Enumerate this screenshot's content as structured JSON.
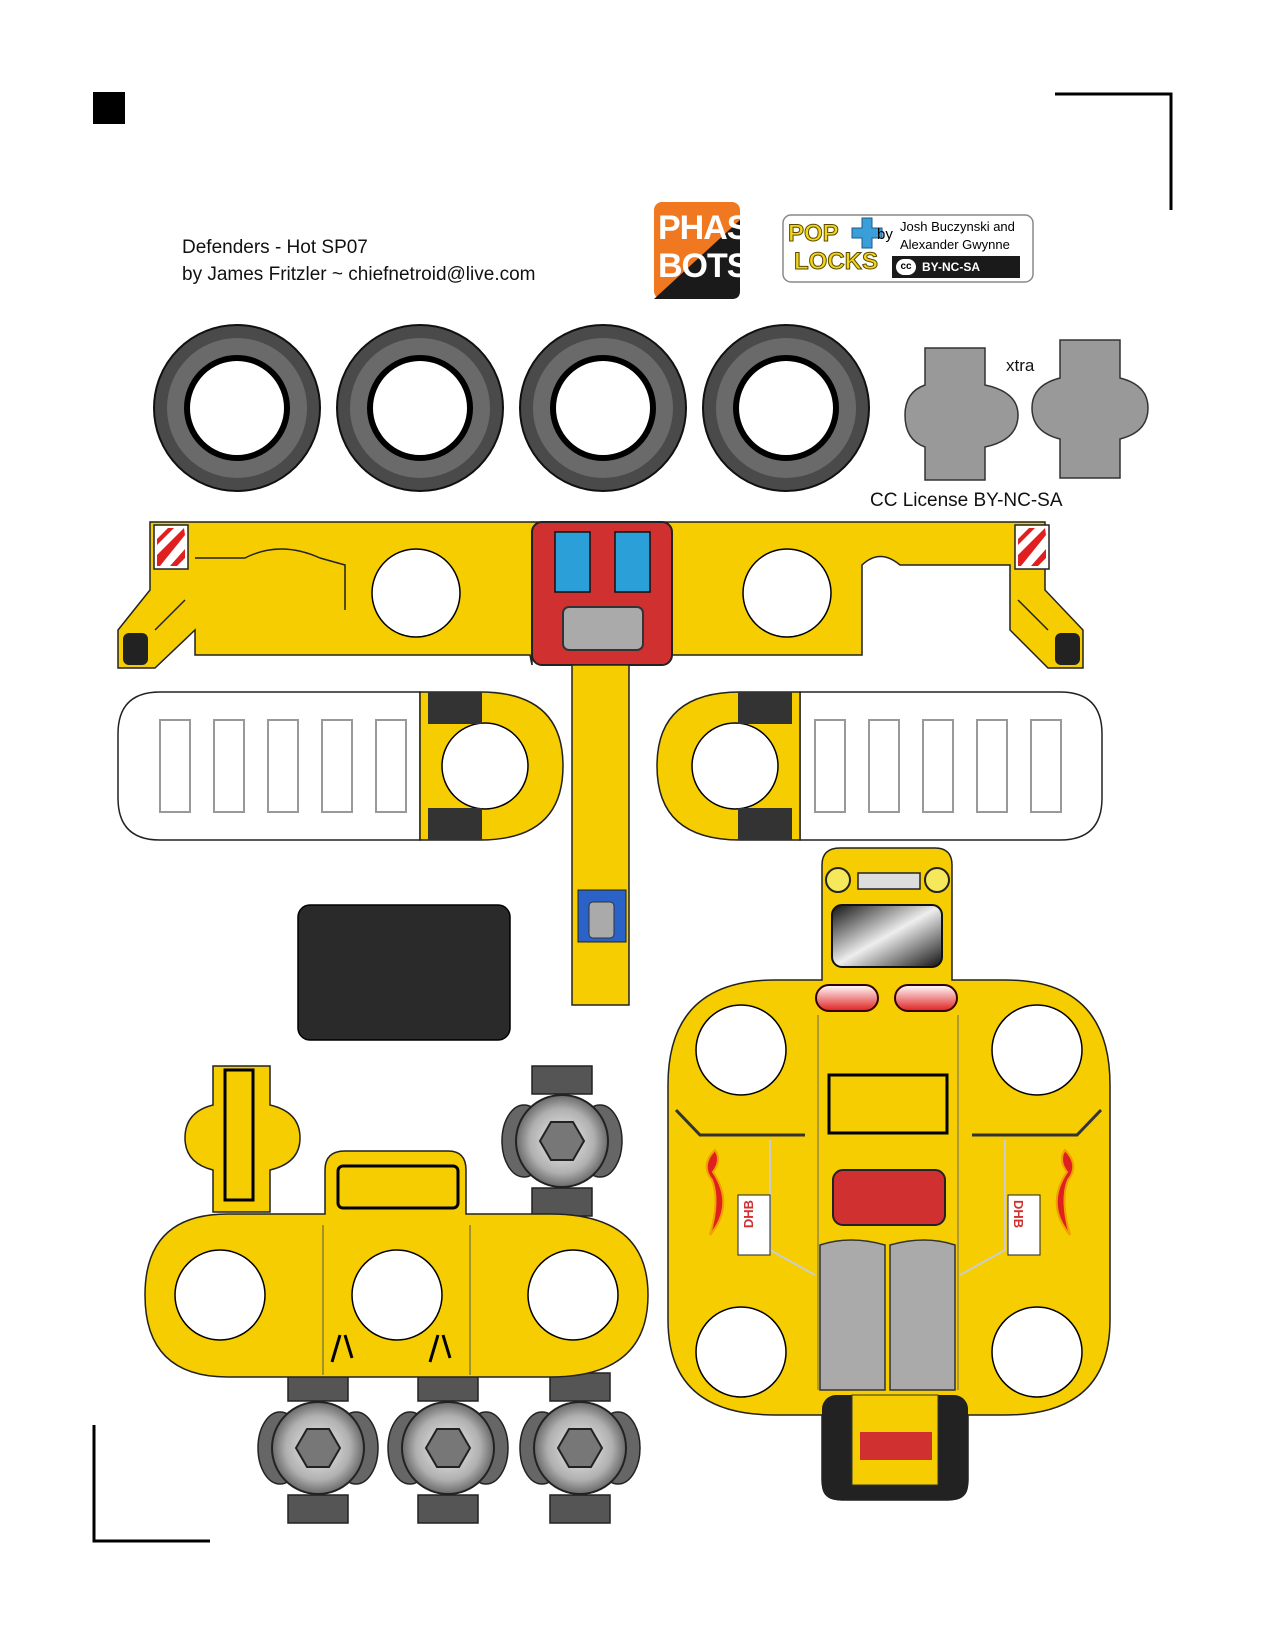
{
  "header": {
    "title_line1": "Defenders - Hot SP07",
    "title_line2": "by James Fritzler  ~  chiefnetroid@live.com"
  },
  "phasebots_logo": {
    "line1": "PHASE",
    "line2": "BOTS"
  },
  "poplocks_logo": {
    "line1": "POP",
    "line2": "LOCKS",
    "by": "by",
    "authors_line1": "Josh Buczynski and",
    "authors_line2": "Alexander Gwynne",
    "badge_symbol": "cc",
    "badge_text": "BY-NC-SA"
  },
  "labels": {
    "extra": "xtra",
    "license": "CC License  BY-NC-SA"
  },
  "decals": {
    "plate_text": "DHB"
  },
  "colors": {
    "yellow": "#f5cd00",
    "red": "#d03030",
    "blue": "#2a9fd8",
    "grey": "#999999",
    "dark": "#2a2a2a",
    "phasebots_orange": "#f07820"
  },
  "icons": [
    "tire-icon",
    "hex-bolt-icon",
    "hazard-stripe-icon",
    "flame-icon"
  ]
}
